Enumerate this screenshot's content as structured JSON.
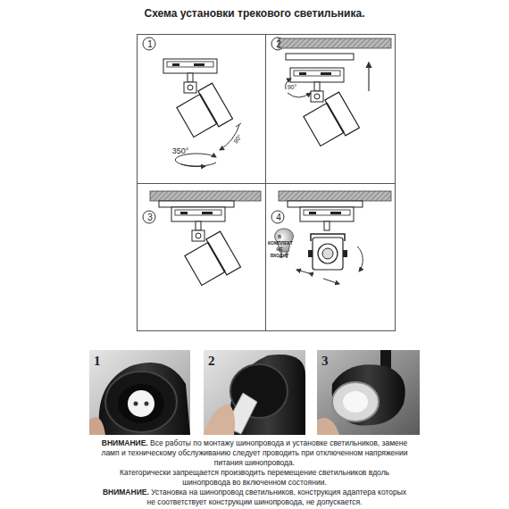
{
  "diagram": {
    "title": "Схема установки трекового светильника.",
    "nodes": [
      {
        "text": [
          "1",
          "350°",
          "90°"
        ]
      },
      {
        "text": [
          "2",
          "90°"
        ]
      },
      {
        "text": [
          "3"
        ]
      },
      {
        "text": [
          "4",
          "В КОМПЛЕКТ НЕ ВХОДИТ"
        ]
      },
      {
        "text": [
          "1"
        ]
      },
      {
        "text": [
          "2"
        ]
      },
      {
        "text": [
          "3"
        ]
      }
    ],
    "labels": [
      "ВНИМАНИЕ.",
      "Все работы по монтажу шинопровода и установке светильников, замене ламп и техническому обслуживанию следует проводить при отключенном напряжении питания шинопровода.",
      "Категорически запрещается производить перемещение светильников вдоль шинопровода во включенном состоянии.",
      "ВНИМАНИЕ.",
      "Установка на шинопровод светильников, конструкция адаптера которых не соответствует конструкции шинопровода, не допускается."
    ]
  }
}
